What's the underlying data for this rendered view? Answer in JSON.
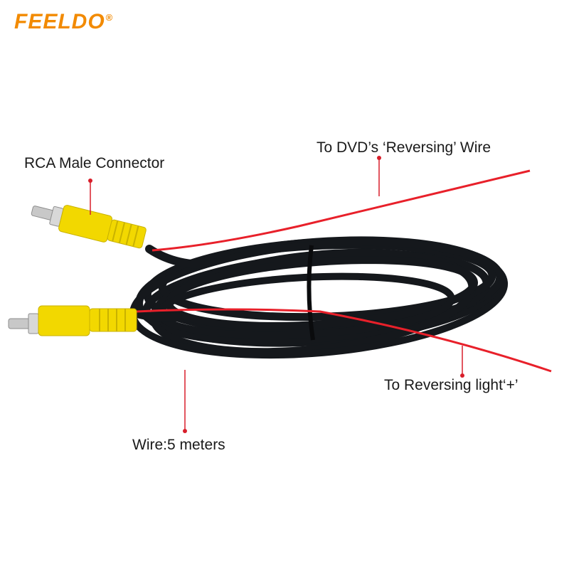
{
  "brand": {
    "logo_text": "FEELDO",
    "registered_mark": "®",
    "logo_color": "#f28a00"
  },
  "labels": {
    "rca_connector": "RCA Male Connector",
    "dvd_wire": "To DVD’s ‘Reversing’ Wire",
    "reversing_light": "To Reversing light‘+’",
    "wire_length": "Wire:5 meters"
  },
  "colors": {
    "cable": "#15181c",
    "red_wire": "#e8202a",
    "connector_yellow": "#f2d800",
    "plug_metal": "#c8c8c8",
    "leader_line": "#d81e2a"
  }
}
